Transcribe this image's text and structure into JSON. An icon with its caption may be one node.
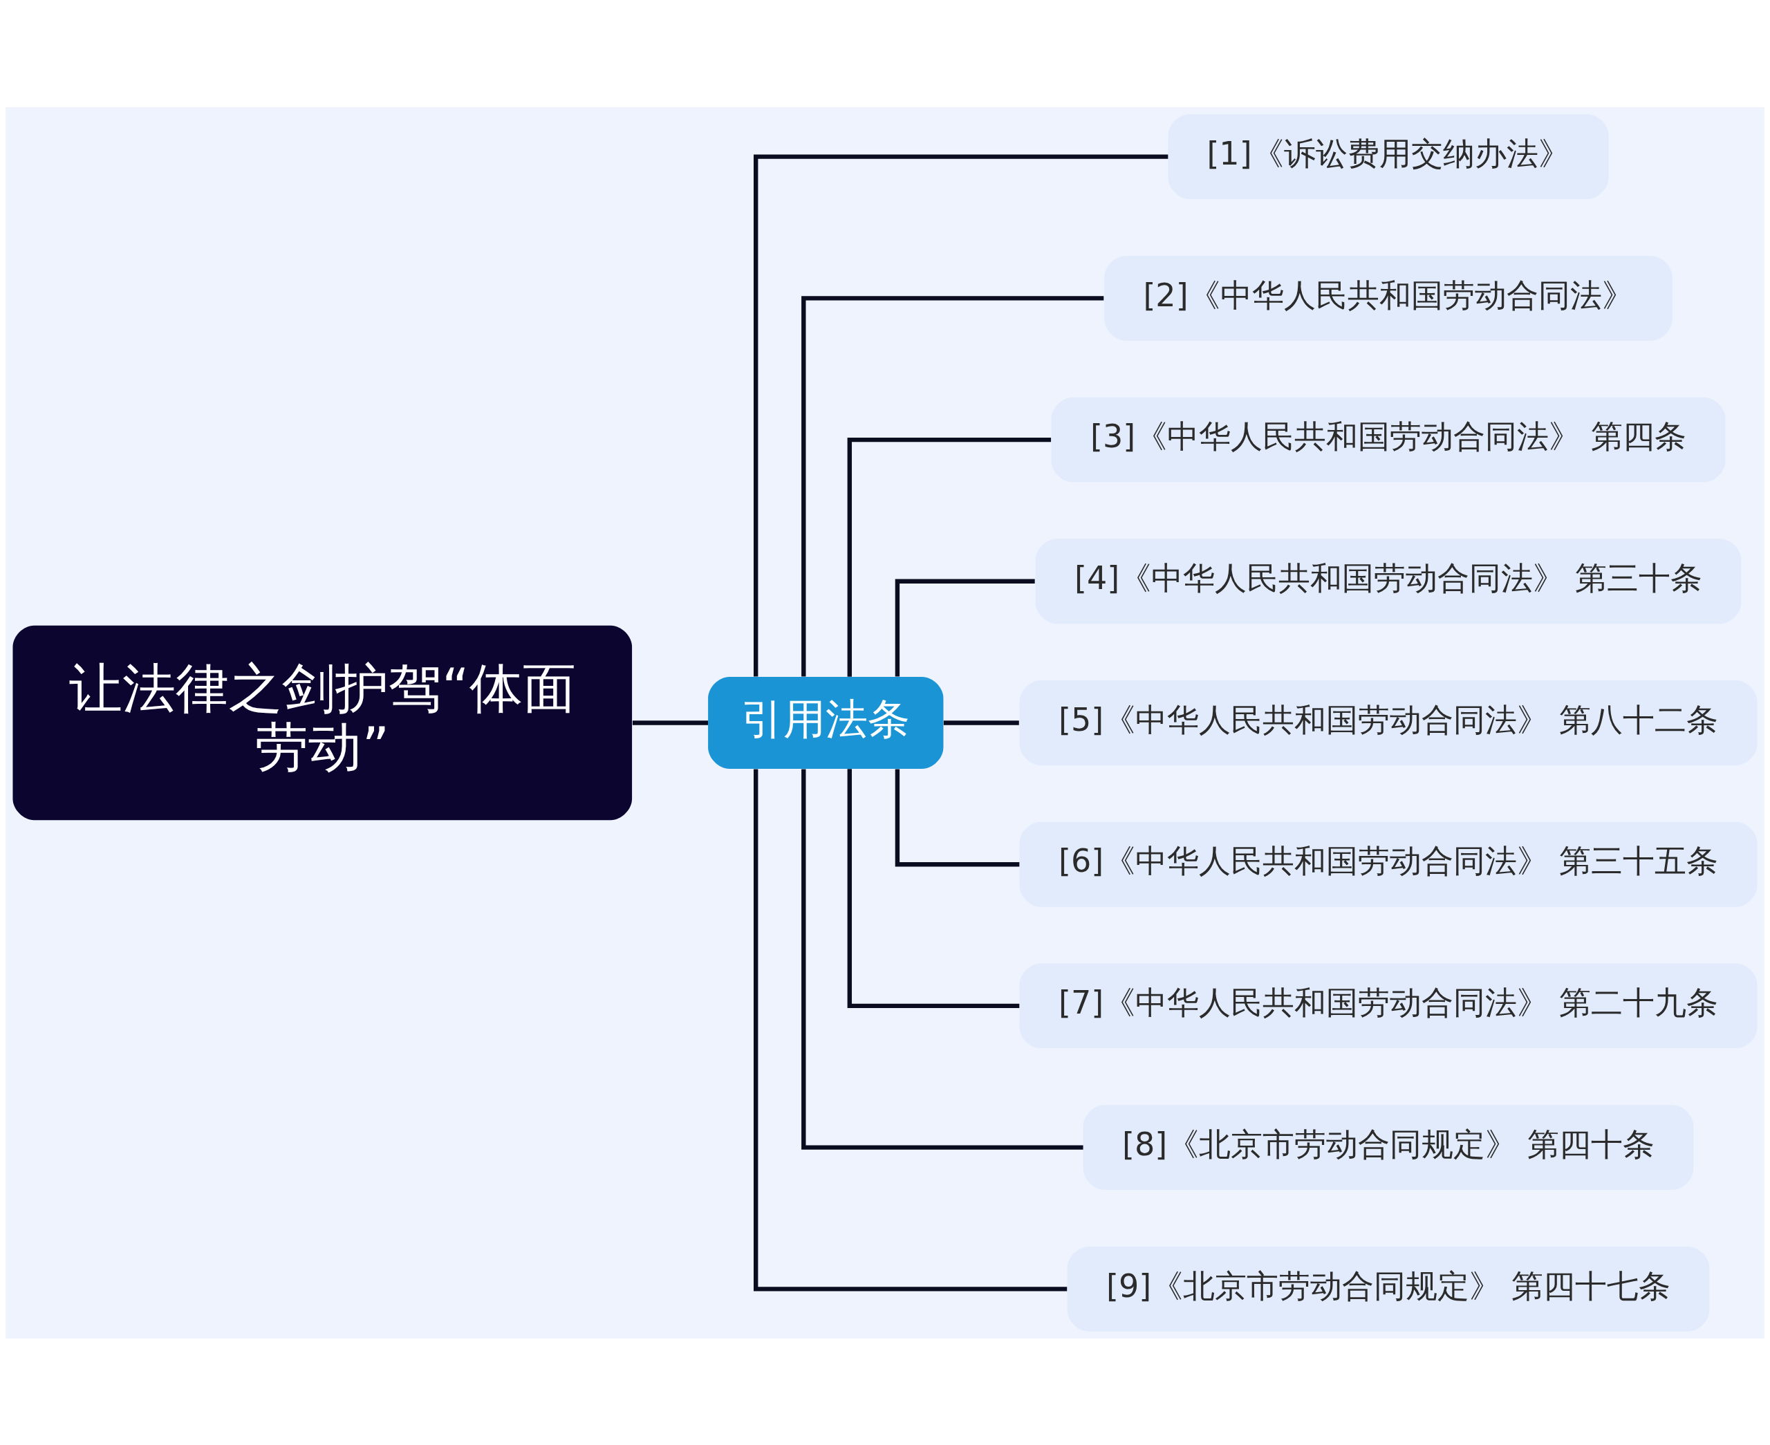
{
  "diagram": {
    "nodes": [
      {
        "text": [
          "让法律之剑护驾“体面劳动”"
        ]
      },
      {
        "text": [
          "引用法条"
        ]
      },
      {
        "text": [
          "[1]《诉讼费用交纳办法》"
        ]
      },
      {
        "text": [
          "[2]《中华人民共和国劳动合同法》"
        ]
      },
      {
        "text": [
          "[3]《中华人民共和国劳动合同法》 第四条"
        ]
      },
      {
        "text": [
          "[4]《中华人民共和国劳动合同法》 第三十条"
        ]
      },
      {
        "text": [
          "[5]《中华人民共和国劳动合同法》 第八十二条"
        ]
      },
      {
        "text": [
          "[6]《中华人民共和国劳动合同法》 第三十五条"
        ]
      },
      {
        "text": [
          "[7]《中华人民共和国劳动合同法》 第二十九条"
        ]
      },
      {
        "text": [
          "[8]《北京市劳动合同规定》 第四十条"
        ]
      },
      {
        "text": [
          "[9]《北京市劳动合同规定》 第四十七条"
        ]
      }
    ],
    "edges": [
      {
        "from": 0,
        "to": 1,
        "arrow": "none"
      },
      {
        "from": 1,
        "to": 2,
        "arrow": "none"
      },
      {
        "from": 1,
        "to": 3,
        "arrow": "none"
      },
      {
        "from": 1,
        "to": 4,
        "arrow": "none"
      },
      {
        "from": 1,
        "to": 5,
        "arrow": "none"
      },
      {
        "from": 1,
        "to": 6,
        "arrow": "none"
      },
      {
        "from": 1,
        "to": 7,
        "arrow": "none"
      },
      {
        "from": 1,
        "to": 8,
        "arrow": "none"
      },
      {
        "from": 1,
        "to": 9,
        "arrow": "none"
      },
      {
        "from": 1,
        "to": 10,
        "arrow": "none"
      }
    ]
  }
}
